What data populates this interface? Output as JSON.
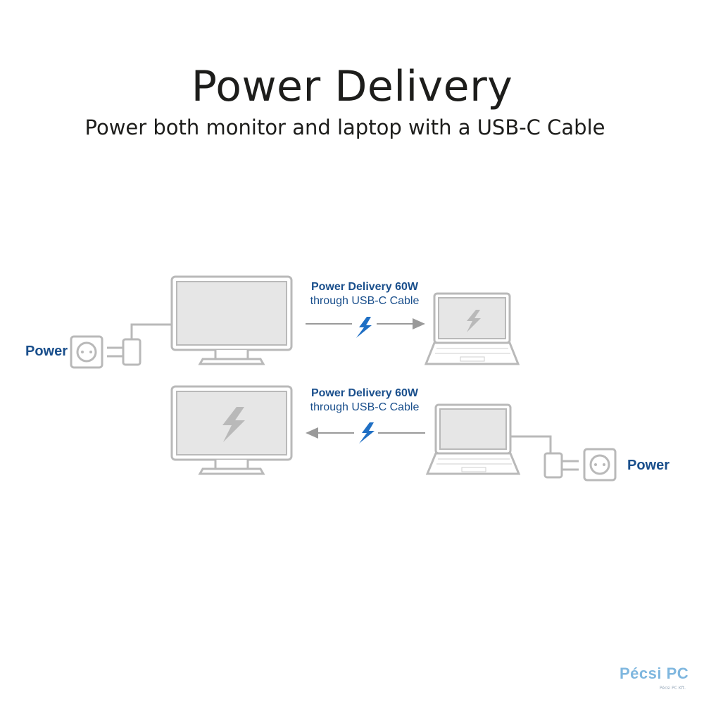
{
  "header": {
    "title": "Power Delivery",
    "subtitle": "Power both monitor and laptop with a USB-C Cable"
  },
  "scenario_top": {
    "power_label": "Power",
    "pd_line1": "Power Delivery 60W",
    "pd_line2": "through USB-C Cable",
    "direction": "monitor-to-laptop"
  },
  "scenario_bottom": {
    "power_label": "Power",
    "pd_line1": "Power Delivery 60W",
    "pd_line2": "through USB-C Cable",
    "direction": "laptop-to-monitor"
  },
  "icons": [
    "monitor-icon",
    "laptop-icon",
    "wall-socket-icon",
    "charger-icon",
    "lightning-icon",
    "arrow-icon"
  ],
  "colors": {
    "text_dark": "#1d1d1b",
    "accent_blue": "#1a4f8c",
    "lightning_blue": "#1f6fc4",
    "device_gray": "#b9b9b9",
    "screen_fill": "#e6e6e6"
  },
  "watermark": {
    "text": "Pécsi PC",
    "sub": "Pécsi PC Kft."
  }
}
